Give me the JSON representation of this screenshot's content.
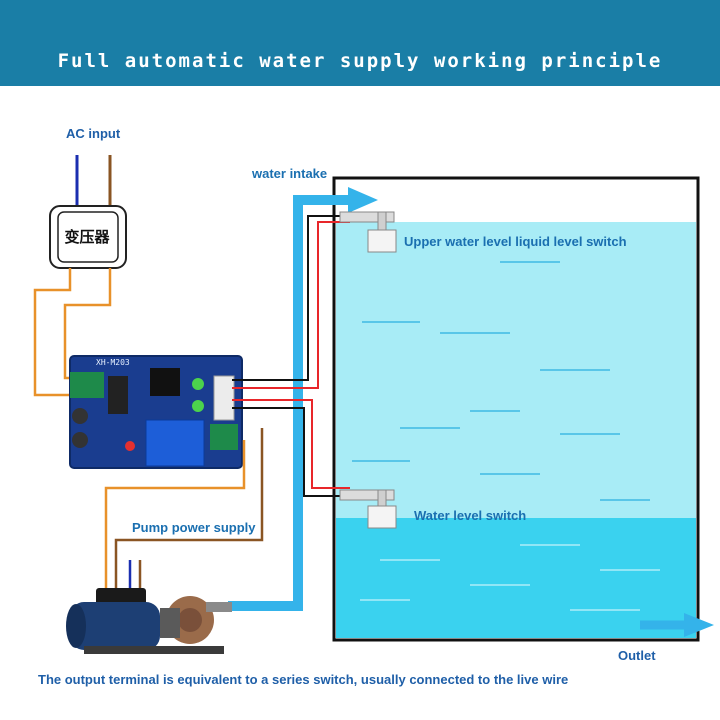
{
  "header": {
    "title": "Full automatic water supply working principle",
    "background": "#1a7ea6"
  },
  "labels": {
    "ac_input": "AC input",
    "transformer": "变压器",
    "water_intake": "water intake",
    "upper_switch": "Upper water level liquid level switch",
    "lower_switch": "Water level switch",
    "pump_power": "Pump power supply",
    "outlet": "Outlet",
    "footer_note": "The output terminal is equivalent to a series switch, usually connected to the live wire",
    "board_code": "XH-M203"
  },
  "colors": {
    "pipe": "#34b3ea",
    "water_upper": "#a8ecf6",
    "water_lower": "#3ad2ef",
    "wire_blue": "#1b2fb0",
    "wire_brown": "#8a5523",
    "wire_orange": "#e8912a",
    "wire_red": "#e8262a",
    "wire_black": "#111111",
    "board": "#1a3d8f",
    "label_text": "#1a6fb0"
  },
  "icons": {
    "transformer": "transformer-icon",
    "control_board": "relay-board-icon",
    "pump": "water-pump-icon",
    "float_switch": "float-switch-icon",
    "arrow": "arrow-right-icon"
  }
}
